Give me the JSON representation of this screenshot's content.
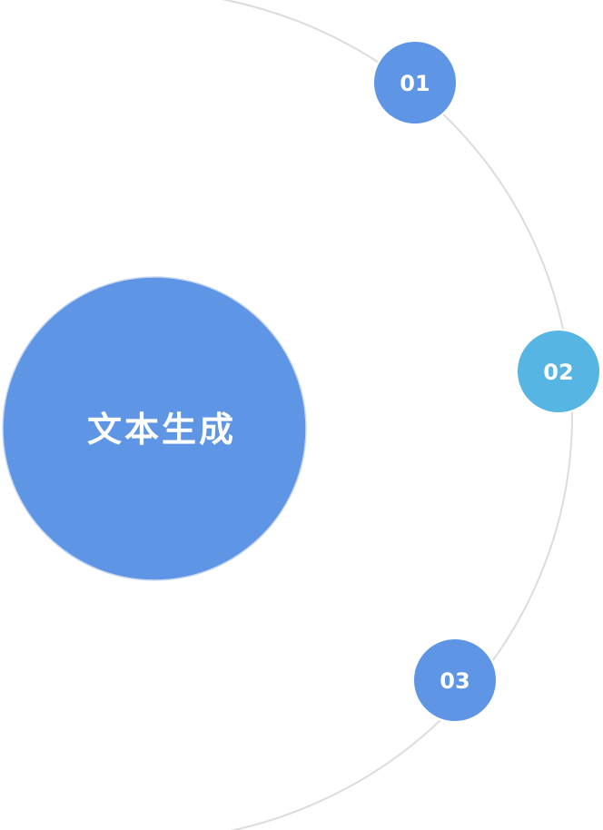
{
  "center": {
    "label": "文本生成",
    "color": "#5e95e5"
  },
  "steps": [
    {
      "label": "01",
      "color": "#5e95e5"
    },
    {
      "label": "02",
      "color": "#56b5e3"
    },
    {
      "label": "03",
      "color": "#5e95e5"
    }
  ],
  "orbit_color": "#dcdcdc"
}
